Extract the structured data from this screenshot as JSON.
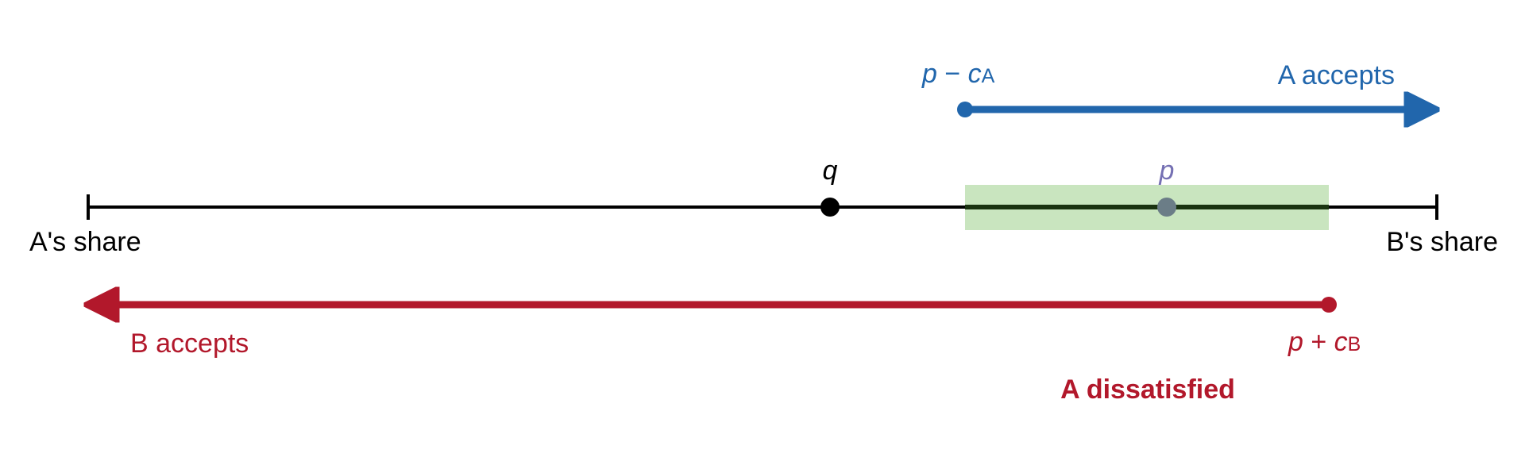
{
  "labels": {
    "left_end": "A's share",
    "right_end": "B's share",
    "q": "q",
    "p": "p",
    "p_minus_cA": {
      "p": "p",
      "op": " − ",
      "c": "c",
      "sub": "A"
    },
    "p_plus_cB": {
      "p": "p",
      "op": " + ",
      "c": "c",
      "sub": "B"
    },
    "a_accepts": "A accepts",
    "b_accepts": "B accepts",
    "a_dissatisfied": "A dissatisfied"
  },
  "colors": {
    "axis": "#000000",
    "blue": "#2166ac",
    "red": "#b2182b",
    "green_region": "#c9e5bf",
    "p_point": "#6b7d87",
    "p_label": "#7570b3"
  }
}
